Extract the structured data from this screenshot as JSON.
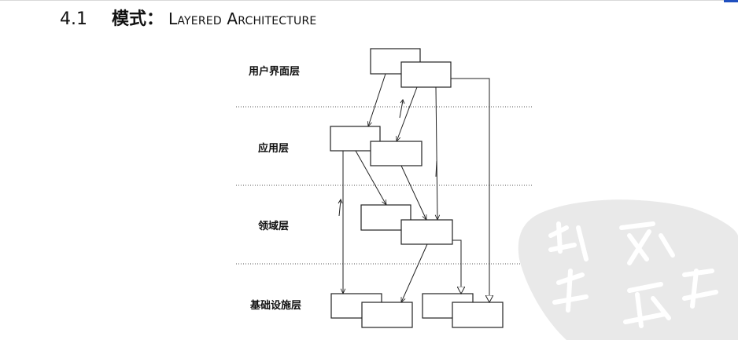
{
  "heading": {
    "number": "4.1",
    "chinese": "模式：",
    "title": "Layered Architecture"
  },
  "layers": [
    {
      "label": "用户界面层"
    },
    {
      "label": "应用层"
    },
    {
      "label": "领域层"
    },
    {
      "label": "基础设施层"
    }
  ],
  "colors": {
    "line": "#222222",
    "separator": "#555555",
    "seal": "#e9e9e9",
    "accent": "#1f4fbf"
  },
  "seal": {
    "text": "读书笔记"
  }
}
